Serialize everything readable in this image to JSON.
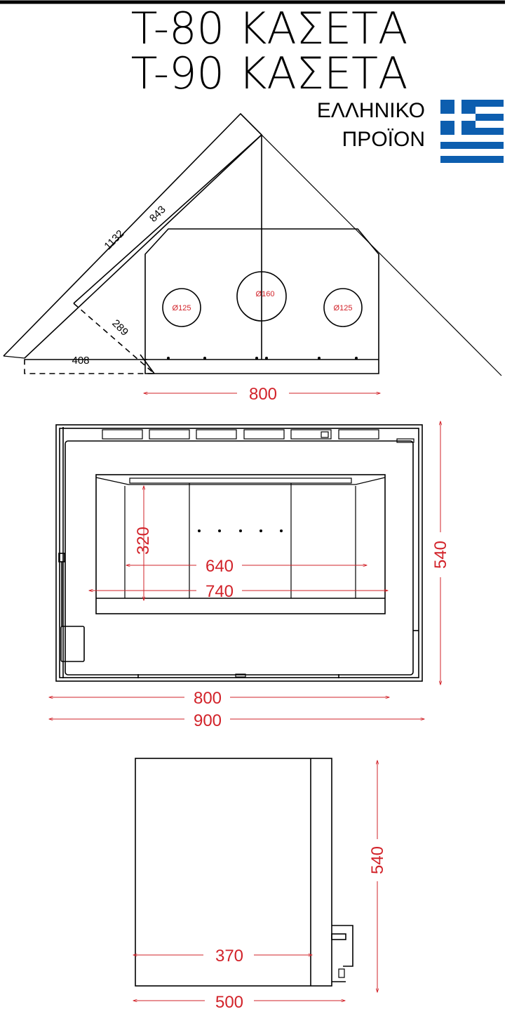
{
  "header": {
    "title_line1": "T-80 ΚΑΣΕΤΑ",
    "title_line2": "T-90 ΚΑΣΕΤΑ",
    "made_in_line1": "ΕΛΛΗΝΙΚΟ",
    "made_in_line2": "ΠΡΟΪΟΝ",
    "flag": {
      "icon": "greek-flag-icon",
      "blue": "#0d5eaf",
      "white": "#ffffff"
    }
  },
  "top_view": {
    "dim_1132": "1132",
    "dim_843": "843",
    "dim_289": "289",
    "dim_408": "408",
    "hole_left": "Ø125",
    "hole_center": "Ø160",
    "hole_right": "Ø125",
    "width": "800"
  },
  "front_view": {
    "height_inner": "320",
    "width_inner_640": "640",
    "width_inner_740": "740",
    "height_outer": "540",
    "width_body": "800",
    "width_frame": "900"
  },
  "side_view": {
    "height": "540",
    "depth_body": "370",
    "depth_total": "500"
  },
  "colors": {
    "dimension": "#d2232a",
    "line": "#000000"
  }
}
